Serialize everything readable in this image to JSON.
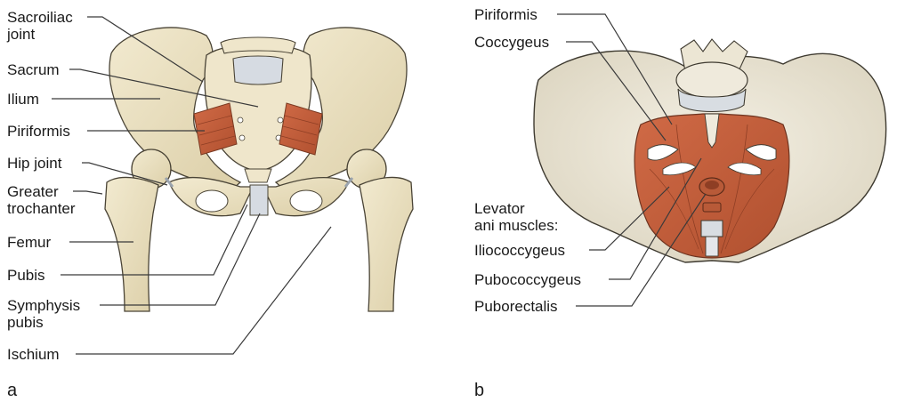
{
  "figure": {
    "panels": [
      {
        "id": "a",
        "letter": "a",
        "labels": [
          {
            "text": "Sacroiliac\njoint",
            "line1": "Sacroiliac",
            "line2": "joint"
          },
          {
            "text": "Sacrum"
          },
          {
            "text": "Ilium"
          },
          {
            "text": "Piriformis"
          },
          {
            "text": "Hip joint"
          },
          {
            "text": "Greater\ntrochanter",
            "line1": "Greater",
            "line2": "trochanter"
          },
          {
            "text": "Femur"
          },
          {
            "text": "Pubis"
          },
          {
            "text": "Symphysis\npubis",
            "line1": "Symphysis",
            "line2": "pubis"
          },
          {
            "text": "Ischium"
          }
        ]
      },
      {
        "id": "b",
        "letter": "b",
        "labels": [
          {
            "text": "Piriformis"
          },
          {
            "text": "Coccygeus"
          },
          {
            "text": "Levator\nani muscles:",
            "line1": "Levator",
            "line2": "ani muscles:"
          },
          {
            "text": "Iliococcygeus"
          },
          {
            "text": "Pubococcygeus"
          },
          {
            "text": "Puborectalis"
          }
        ]
      }
    ]
  },
  "colors": {
    "bone": "#ede4c6",
    "bone_shadow": "#d8cca4",
    "bone_outline": "#4a4436",
    "muscle": "#c8603e",
    "muscle_dark": "#a4482c",
    "cartilage": "#d6dbe2",
    "pelvis_b_bone": "#ebe6d8",
    "leader": "#3a3a3a"
  }
}
